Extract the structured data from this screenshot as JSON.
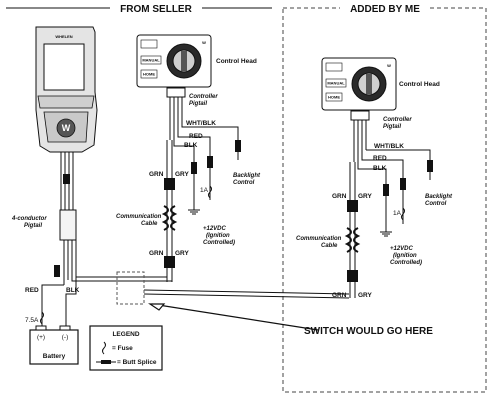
{
  "headers": {
    "from_seller": "FROM SELLER",
    "added_by_me": "ADDED BY ME"
  },
  "whelen_logo": "WHELEN",
  "whelen_emblem": "W",
  "control_head": {
    "title": "Control Head",
    "btn_manual": "MANUAL",
    "btn_home": "HOME",
    "brand": "W",
    "pigtail_label": "Controller\nPigtail"
  },
  "wires": {
    "wht_blk": "WHT/BLK",
    "red": "RED",
    "blk": "BLK",
    "grn": "GRN",
    "gry": "GRY"
  },
  "labels": {
    "backlight_control": "Backlight\nControl",
    "fuse_1a": "1A",
    "fuse_7_5a": "7.5A",
    "ignition": "+12VDC\n(Ignition\nControlled)",
    "communication_cable": "Communication\nCable",
    "four_conductor_pigtail": "4-conductor\nPigtail",
    "battery": "Battery",
    "battery_plus": "(+)",
    "battery_minus": "(-)",
    "switch_note": "SWITCH WOULD GO HERE"
  },
  "legend": {
    "title": "LEGEND",
    "fuse": "= Fuse",
    "butt_splice": "= Butt Splice"
  },
  "colors": {
    "line": "#111111",
    "device_fill": "#e4e4e4",
    "background": "#ffffff"
  }
}
